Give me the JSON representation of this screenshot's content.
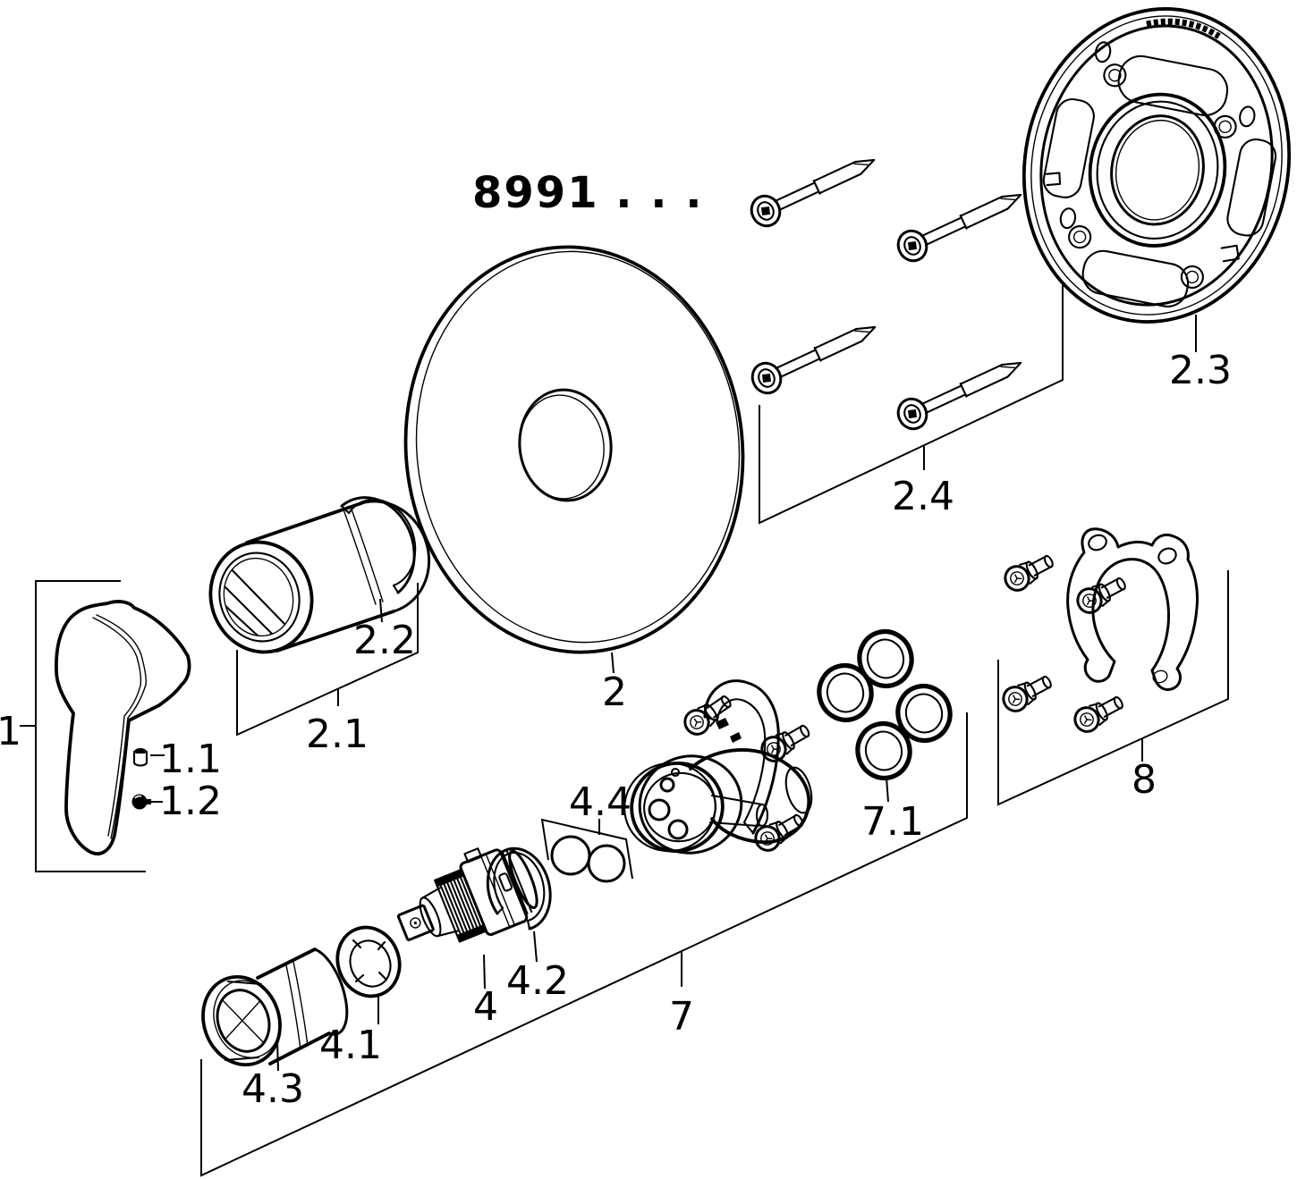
{
  "title": "8991 . . .",
  "colors": {
    "line": "#000000",
    "background": "#ffffff"
  },
  "parts": {
    "handle": {
      "label": "1"
    },
    "handle_set_screw": {
      "label": "1.1"
    },
    "handle_plug": {
      "label": "1.2"
    },
    "escutcheon": {
      "label": "2"
    },
    "handle_sleeve": {
      "label": "2.1"
    },
    "sleeve_ring": {
      "label": "2.2"
    },
    "mounting_plate": {
      "label": "2.3"
    },
    "mounting_screws": {
      "label": "2.4"
    },
    "cartridge": {
      "label": "4"
    },
    "lock_ring": {
      "label": "4.1"
    },
    "support_ring": {
      "label": "4.2"
    },
    "sleeve_nut": {
      "label": "4.3"
    },
    "seals": {
      "label": "4.4"
    },
    "valve_assembly": {
      "label": "7"
    },
    "o_rings": {
      "label": "7.1"
    },
    "fixing_set": {
      "label": "8"
    }
  }
}
